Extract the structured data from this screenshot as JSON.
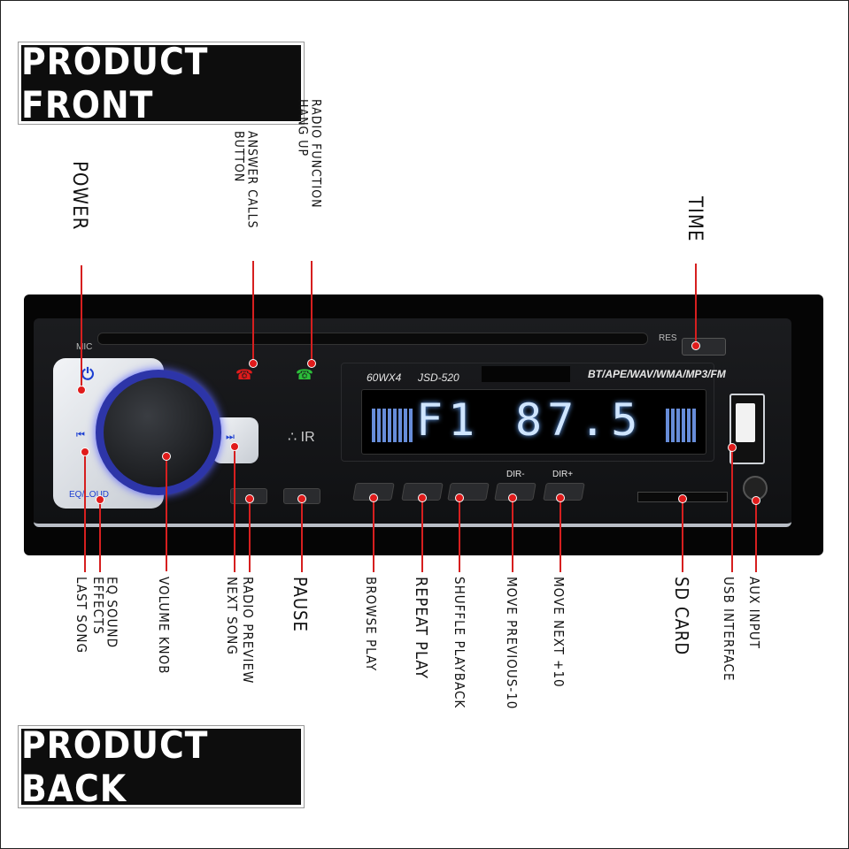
{
  "banners": {
    "front": "PRODUCT FRONT",
    "back": "PRODUCT BACK"
  },
  "radio": {
    "mic_label": "MIC",
    "res_label": "RES",
    "model_power": "60WX4",
    "model_name": "JSD-520",
    "formats": "BT/APE/WAV/WMA/MP3/FM",
    "display_band": "F1",
    "display_freq": "87.5",
    "eq_label": "EQ/LOUD",
    "dir_minus": "DIR-",
    "dir_plus": "DIR+",
    "accent_color": "#2d35a8",
    "marker_color": "#e01b1b"
  },
  "labels": {
    "power": "POWER",
    "answer_calls": "ANSWER CALLS\nBUTTON",
    "radio_hangup": "RADIO FUNCTION\nHANG UP",
    "time": "TIME",
    "last_song": "LAST SONG",
    "eq_sound": "EQ SOUND\nEFFECTS",
    "volume_knob": "VOLUME KNOB",
    "next_song": "NEXT SONG",
    "radio_preview": "RADIO PREVIEW",
    "pause": "PAUSE",
    "browse_play": "BROWSE PLAY",
    "repeat_play": "REPEAT PLAY",
    "shuffle_playback": "SHUFFLE PLAYBACK",
    "move_previous": "MOVE PREVIOUS-10",
    "move_next": "MOVE NEXT +10",
    "sd_card": "SD CARD",
    "usb_interface": "USB INTERFACE",
    "aux_input": "AUX INPUT"
  }
}
